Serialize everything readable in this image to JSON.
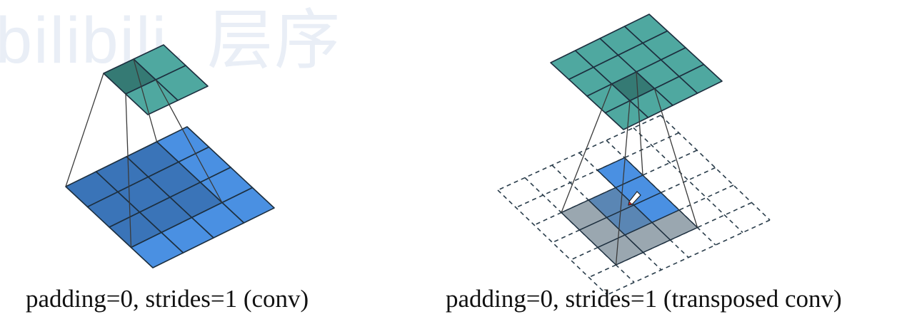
{
  "watermark": {
    "text": "bilibili. 层序"
  },
  "diagrams": {
    "left": {
      "caption": "padding=0, strides=1 (conv)",
      "input_grid": {
        "rows": 4,
        "cols": 4,
        "color": "#4a90e2",
        "shaded_color": "#3a74b8"
      },
      "output_grid": {
        "rows": 2,
        "cols": 2,
        "color": "#4fa8a0",
        "highlight_color": "#357a74"
      }
    },
    "right": {
      "caption": "padding=0, strides=1 (transposed conv)",
      "input_grid": {
        "rows": 2,
        "cols": 2,
        "dashed_rows": 6,
        "dashed_cols": 6,
        "color": "#4a90e2",
        "shaded_color": "#9aa7b0"
      },
      "output_grid": {
        "rows": 4,
        "cols": 4,
        "color": "#4fa8a0",
        "highlight_color": "#357a74"
      }
    }
  },
  "colors": {
    "grid_line": "#1d2f3f",
    "dashed_line": "#2a3d4b",
    "connector": "#3a3a3a"
  },
  "icons": {
    "cursor": "pen-cursor-icon"
  }
}
